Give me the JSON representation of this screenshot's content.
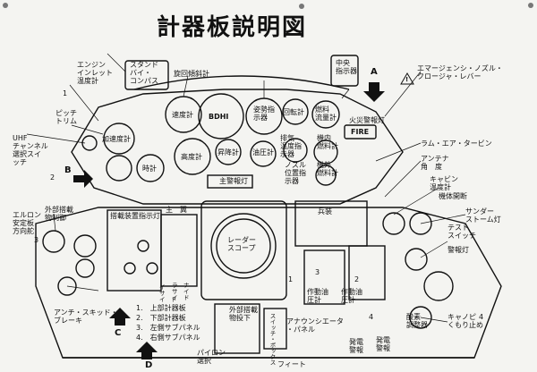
{
  "title": "計器板説明図",
  "labels": {
    "standby_compass": "スタンド\nバイ・\nコンパス",
    "engine_inlet_temp": "エンジン\nインレット\n温度計",
    "pitch_trim": "ピッチ\nトリム",
    "uhf_selector": "UHF\nチャンネル\n選択スイ\nッチ",
    "rotation_counter": "旋回傾斜計",
    "attitude_indicator": "姿勢指\n示器",
    "rpm_gauge": "回転計",
    "fuel_flow": "燃料\n流量計",
    "exhaust_temp": "排気\n温度指\n示器",
    "fuel_qty": "機内\n燃料計",
    "fire_warning": "火災警報灯",
    "fire_warning_tag": "FIRE",
    "hydraulic_pressure": "油圧計",
    "nozzle_gauge": "ノズル\n位置指\n示器",
    "ext_fuel": "機外\n燃料計",
    "accel_meter": "加速度計",
    "airspeed": "速度計",
    "bdhi": "BDHI",
    "clock": "時計",
    "altimeter": "高度計",
    "vertical_speed": "昇降計",
    "main_warning": "主警報灯",
    "gear_position": "中央\n指示器",
    "emergency_nozzle": "エマージェンシ・ノズル・\nクロージャ・レバー",
    "ram_air_turbine": "ラム・エア・タービン",
    "antenna_angle": "アンテナ\n角　度",
    "canopy_temp": "キャビン\n温度計",
    "main_switch": "機体開断",
    "thunderstorm": "サンダー\nストーム灯",
    "test_switch": "テスト\nスイッチ",
    "warning_light": "警報灯",
    "fire_ext_gauge": "酸素\n調整器",
    "canopy_lock": "キャノピ\nくもり止め",
    "ext_stores": "外部搭載\n物制御",
    "aileron_trim": "エルロン\n安定板\n方向舵",
    "anti_skid": "アンチ・スキッド・\nブレーキ",
    "stores_panel": "搭載装置指示灯",
    "main_panel": "主　翼",
    "radar_scope": "レーダー\nスコープ",
    "armament": "兵装",
    "right_side": "ラ　ナ\nサ　イ\nイ　ド",
    "left_side": "イ\nサ\nイ　ド",
    "annunciator": "アナウンシエータ\n・パネル",
    "pressure_gauge": "作動油\n圧計",
    "pressure_gauge2": "作動油\n圧計",
    "generator_warning": "発電\n警報",
    "generator_warning2": "発電\n警報",
    "pylon_select": "パイロン\n選択",
    "feet": "フィート",
    "ext_stores_release": "外部搭載\n物投下",
    "sidebar_tag": "スイッチ・ボックス",
    "legend_1": "1.　上部計器板",
    "legend_2": "2.　下部計器板",
    "legend_3": "3.　左側サブパネル",
    "legend_4": "4.　右側サブパネル",
    "n1": "1",
    "n2": "2",
    "n3": "3",
    "n4": "4",
    "n1b": "1",
    "n2b": "2",
    "n3b": "3",
    "n4b": "4",
    "view_a": "A",
    "view_b": "B",
    "view_c": "C",
    "view_d": "D",
    "caution_mark": "!"
  }
}
